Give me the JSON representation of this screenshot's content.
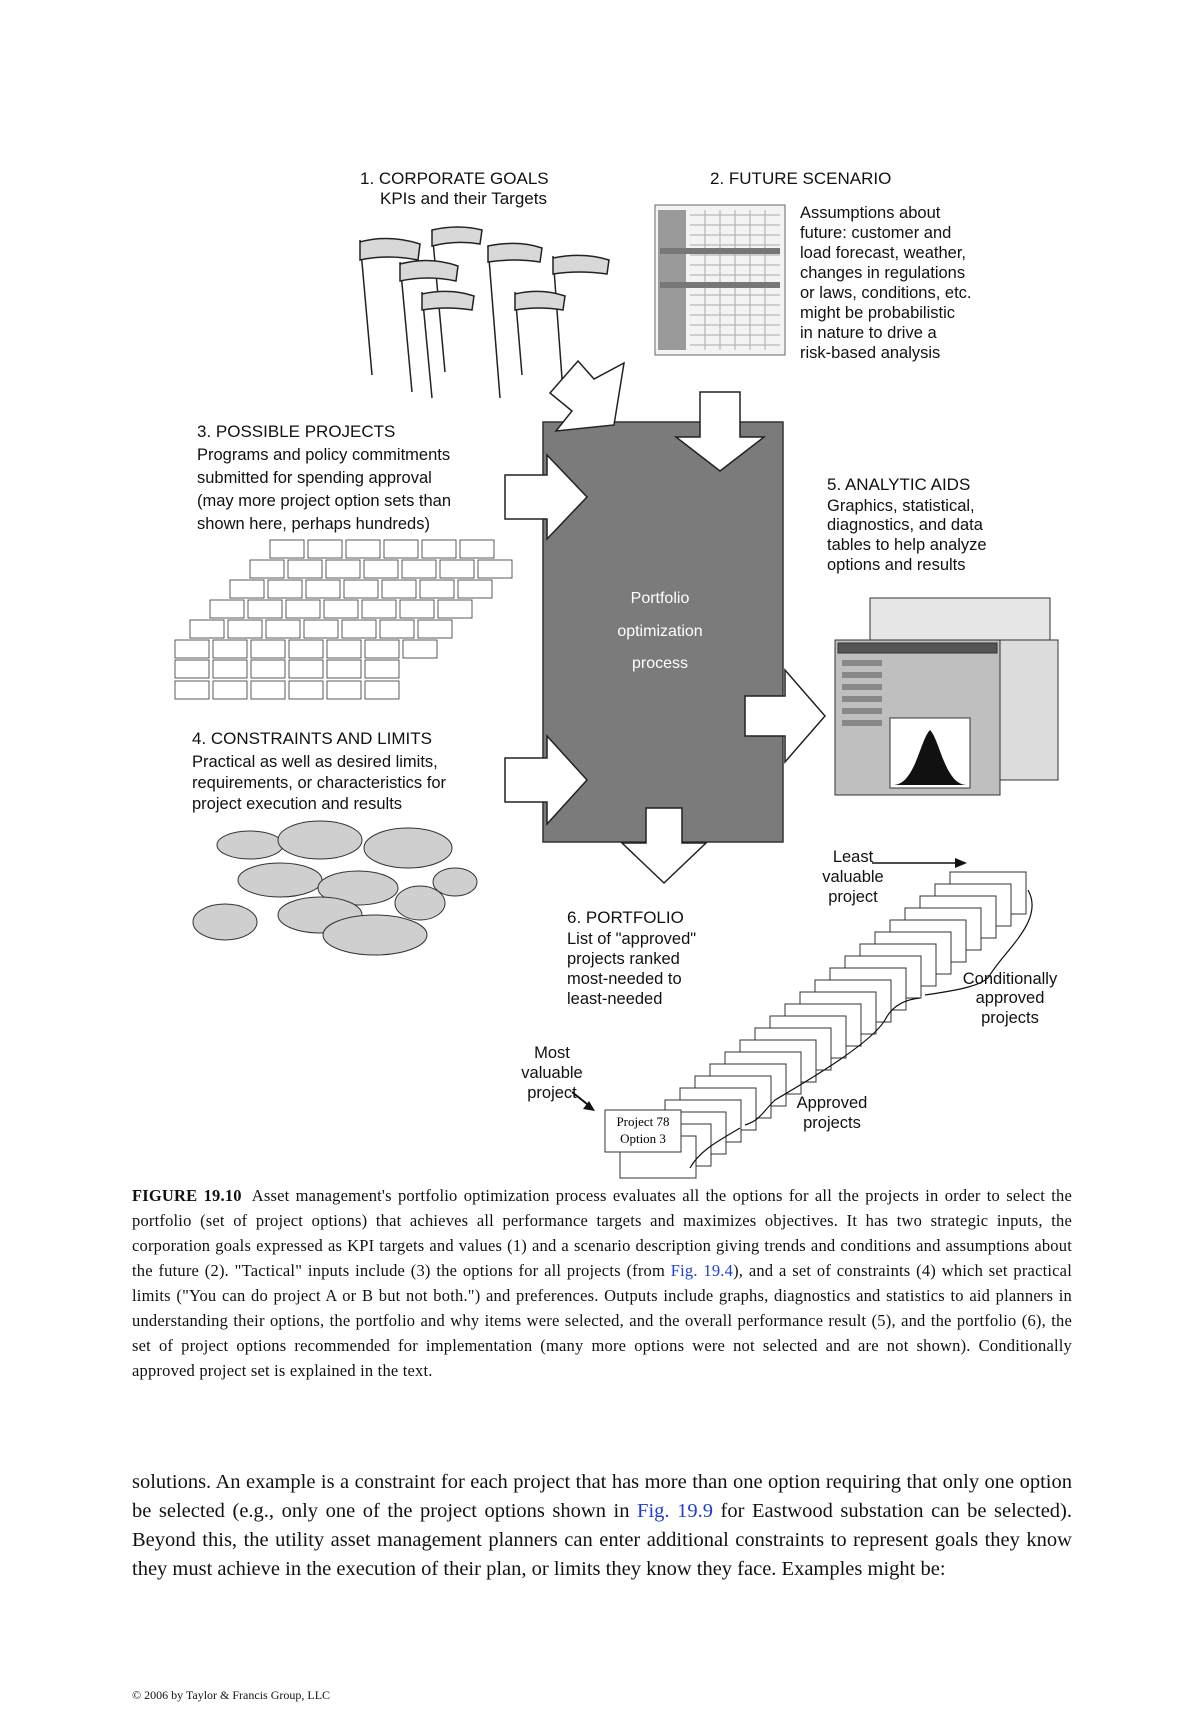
{
  "figure": {
    "section1": {
      "title": "1. CORPORATE GOALS",
      "subtitle": "KPIs and their Targets"
    },
    "section2": {
      "title": "2. FUTURE SCENARIO",
      "lines": [
        "Assumptions about",
        "future: customer and",
        "load forecast, weather,",
        "changes in regulations",
        "or laws, conditions, etc.",
        "might be probabilistic",
        "in nature to drive a",
        "risk-based analysis"
      ]
    },
    "section3": {
      "title": "3. POSSIBLE PROJECTS",
      "lines": [
        "Programs and policy commitments",
        "submitted for spending approval",
        "(may more project option sets than",
        "shown here, perhaps hundreds)"
      ]
    },
    "section4": {
      "title": "4. CONSTRAINTS AND LIMITS",
      "lines": [
        "Practical as well as desired limits,",
        "requirements, or characteristics for",
        "project execution and results"
      ]
    },
    "section5": {
      "title": "5. ANALYTIC AIDS",
      "lines": [
        "Graphics, statistical,",
        "diagnostics, and data",
        "tables to help analyze",
        "options and results"
      ]
    },
    "section6": {
      "title": "6. PORTFOLIO",
      "lines": [
        "List of \"approved\"",
        "projects ranked",
        "most-needed to",
        "least-needed"
      ]
    },
    "process": {
      "lines": [
        "Portfolio",
        "optimization",
        "process"
      ]
    },
    "least_valuable": [
      "Least",
      "valuable",
      "project"
    ],
    "most_valuable": [
      "Most",
      "valuable",
      "project"
    ],
    "conditionally_approved": [
      "Conditionally",
      "approved",
      "projects"
    ],
    "approved": [
      "Approved",
      "projects"
    ],
    "front_card": [
      "Project 78",
      "Option 3"
    ]
  },
  "caption": {
    "label": "FIGURE 19.10",
    "part1": "Asset management's portfolio optimization process evaluates all the options for all the projects in order to select the portfolio (set of project options) that achieves all performance targets and maximizes objectives. It has two strategic inputs, the corporation goals expressed as KPI targets and values (1) and a scenario description giving trends and conditions and assumptions about the future (2). \"Tactical\" inputs include (3) the options for all projects (from ",
    "link": "Fig. 19.4",
    "part2": "), and a set of constraints (4) which set practical limits (\"You can do project A or B but not both.\") and preferences. Outputs include graphs, diagnostics and statistics to aid planners in understanding their options, the portfolio and why items were selected, and the overall performance result (5), and the portfolio (6), the set of project options recommended for implementation (many more options were not selected and are not shown). Conditionally approved project set is explained in the text."
  },
  "body": {
    "part1": "solutions. An example is a constraint for each project that has more than one option requiring that only one option be selected (e.g., only one of the project options shown in ",
    "link": "Fig. 19.9",
    "part2": " for Eastwood substation can be selected). Beyond this, the utility asset management planners can enter additional constraints to represent goals they know they must achieve in the execution of their plan, or limits they know they face. Examples might be:"
  },
  "footer": "© 2006 by Taylor & Francis Group, LLC"
}
